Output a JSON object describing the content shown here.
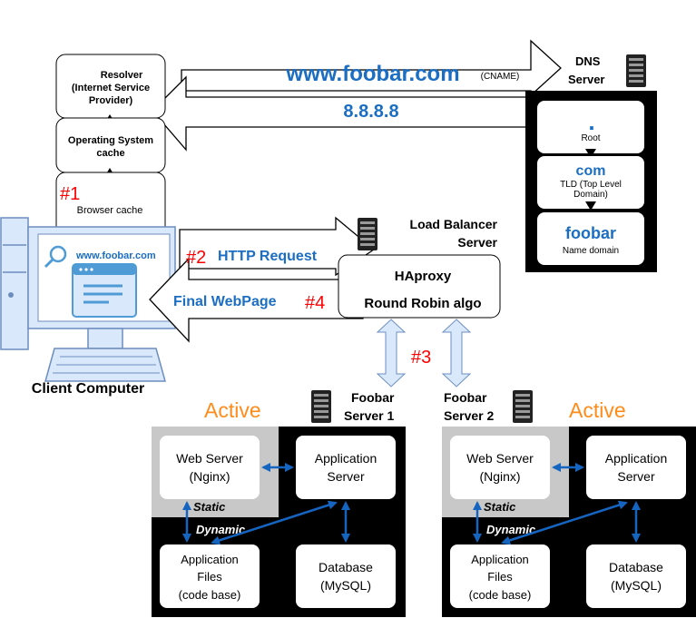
{
  "colors": {
    "blue_text": "#1b6ec2",
    "red_label": "#ff0000",
    "orange_active": "#ff8c1a",
    "arrow_blue": "#1565c0",
    "light_arrow_fill": "#dae8fc",
    "light_arrow_stroke": "#6c8ebf",
    "computer_fill": "#dae8fc",
    "computer_stroke": "#6c8ebf",
    "panel_black": "#000000",
    "panel_gray": "#c8c8c8"
  },
  "dns_flow": {
    "query_domain": "www.foobar.com",
    "query_type": "(CNAME)",
    "answer_ip": "8.8.8.8"
  },
  "client": {
    "resolver": [
      "Resolver",
      "(Internet Service",
      "Provider)"
    ],
    "os_cache": [
      "Operating System",
      "cache"
    ],
    "browser_cache": "Browser cache",
    "step1": "#1",
    "browser_url": "www.foobar.com",
    "label": "Client Computer",
    "computer_icon": "desktop-computer-icon",
    "search_icon": "magnifier-icon",
    "browser_icon": "browser-window-icon"
  },
  "dns_server": {
    "title_lines": [
      "DNS",
      "Server"
    ],
    "root_label": ".",
    "root_sub": "Root",
    "tld_label": "com",
    "tld_sub": [
      "TLD (Top Level",
      "Domain)"
    ],
    "name_label": "foobar",
    "name_sub": "Name domain",
    "server_icon": "server-rack-icon"
  },
  "http": {
    "step2": "#2",
    "request": "HTTP Request",
    "response": "Final WebPage",
    "step4": "#4"
  },
  "load_balancer": {
    "title_lines": [
      "Load Balancer",
      "Server"
    ],
    "software": "HAproxy",
    "algorithm": "Round Robin algo",
    "step3": "#3",
    "server_icon": "server-rack-icon"
  },
  "servers": [
    {
      "status": "Active",
      "title_lines": [
        "Foobar",
        "Server 1"
      ],
      "web": [
        "Web Server",
        "(Nginx)"
      ],
      "app": [
        "Application",
        "Server"
      ],
      "static": "Static",
      "dynamic": "Dynamic",
      "files": [
        "Application",
        "Files",
        "(code base)"
      ],
      "db": [
        "Database",
        "(MySQL)"
      ]
    },
    {
      "status": "Active",
      "title_lines": [
        "Foobar",
        "Server 2"
      ],
      "web": [
        "Web Server",
        "(Nginx)"
      ],
      "app": [
        "Application",
        "Server"
      ],
      "static": "Static",
      "dynamic": "Dynamic",
      "files": [
        "Application",
        "Files",
        "(code base)"
      ],
      "db": [
        "Database",
        "(MySQL)"
      ]
    }
  ]
}
